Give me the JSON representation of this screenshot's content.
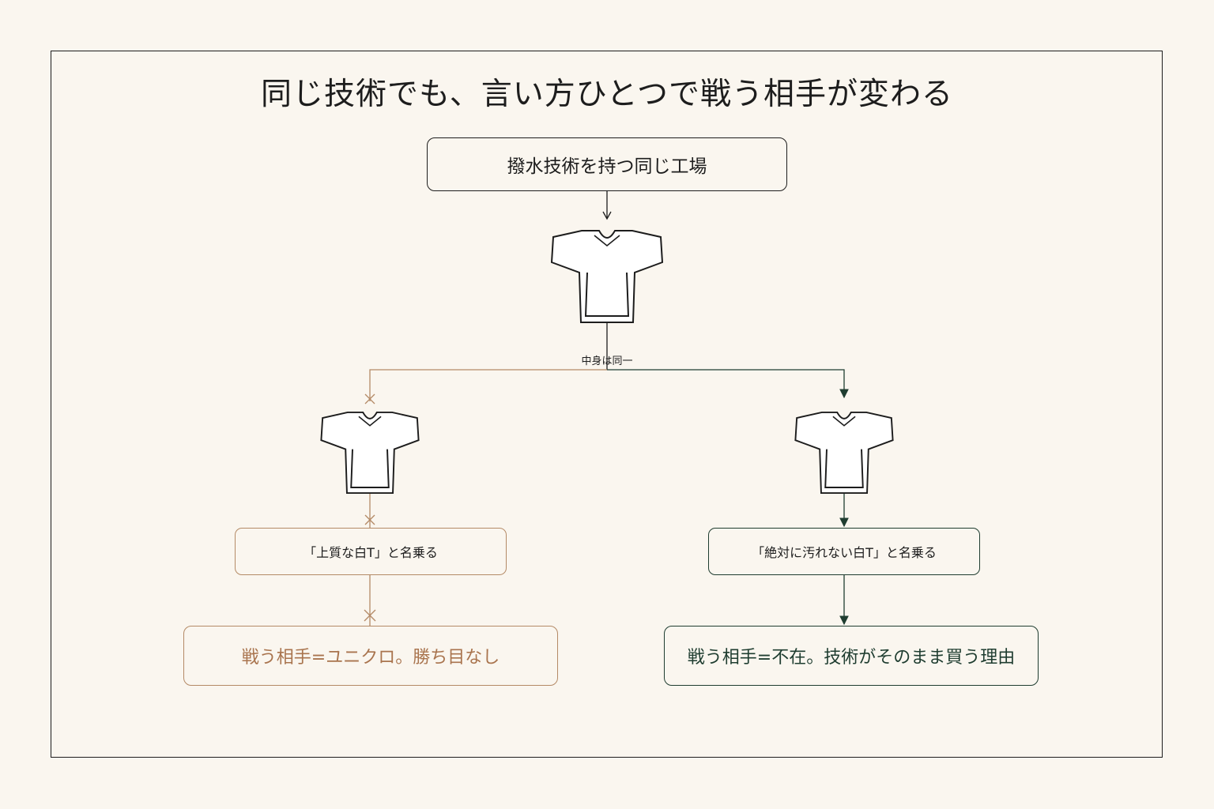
{
  "title": "同じ技術でも、言い方ひとつで戦う相手が変わる",
  "top_box": "撥水技術を持つ同じ工場",
  "branch_label": "中身は同一",
  "left": {
    "name": "「上質な白T」と名乗る",
    "result": "戦う相手=ユニクロ。勝ち目なし"
  },
  "right": {
    "name": "「絶対に汚れない白T」と名乗る",
    "result": "戦う相手=不在。技術がそのまま買う理由"
  },
  "colors": {
    "ink": "#1d1d1d",
    "left_accent": "#b48a66",
    "left_text": "#a9744e",
    "right_accent": "#1f3d30",
    "background": "#faf6ef"
  },
  "icons": [
    "tshirt-icon",
    "cross-mark-icon",
    "arrow-icon"
  ]
}
